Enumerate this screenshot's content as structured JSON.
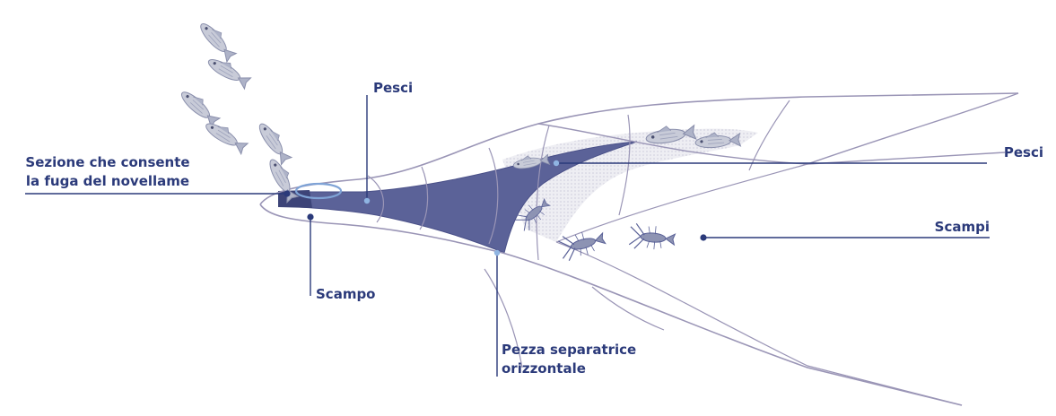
{
  "labels": {
    "fish_top": "Pesci",
    "fish_right": "Pesci",
    "escape_section_line1": "Sezione che consente",
    "escape_section_line2": "la fuga del novellame",
    "langoustines": "Scampi",
    "langoustine": "Scampo",
    "separator_line1": "Pezza separatrice",
    "separator_line2": "orizzontale"
  },
  "colors": {
    "label_text": "#2b3a7a",
    "leader_line": "#2b3a7a",
    "net_outline": "#9a95b6",
    "separator_panel": "#5b6298",
    "upper_compartment": "#e3e3ec",
    "escape_ring": "#7fa3d6",
    "marker_dot": "#2b3a7a",
    "marker_dot_light": "#8fb4e2"
  },
  "icons": [
    "fish-icon",
    "langoustine-icon"
  ]
}
